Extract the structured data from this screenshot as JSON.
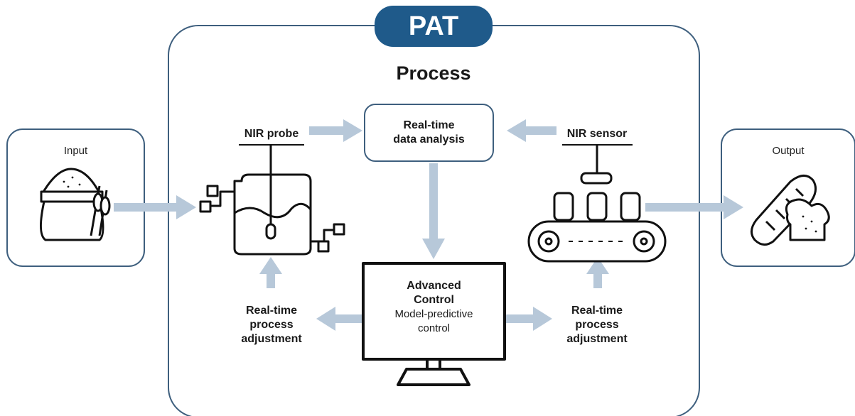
{
  "badge": "PAT",
  "process_title": "Process",
  "input": {
    "label": "Input"
  },
  "output": {
    "label": "Output"
  },
  "nir_probe": "NIR probe",
  "nir_sensor": "NIR sensor",
  "realtime_analysis": {
    "line1": "Real-time",
    "line2": "data analysis"
  },
  "advanced_control": {
    "line1": "Advanced",
    "line2": "Control",
    "line3": "Model-predictive",
    "line4": "control"
  },
  "adjust_left": {
    "line1": "Real-time",
    "line2": "process",
    "line3": "adjustment"
  },
  "adjust_right": {
    "line1": "Real-time",
    "line2": "process",
    "line3": "adjustment"
  },
  "colors": {
    "frame": "#3e5f7e",
    "badge": "#1f5a8a",
    "arrow": "#b7c8d9"
  },
  "icons": [
    "flour-sack-wheat-icon",
    "reactor-vessel-icon",
    "conveyor-belt-icon",
    "computer-monitor-icon",
    "bread-loaf-icon"
  ]
}
